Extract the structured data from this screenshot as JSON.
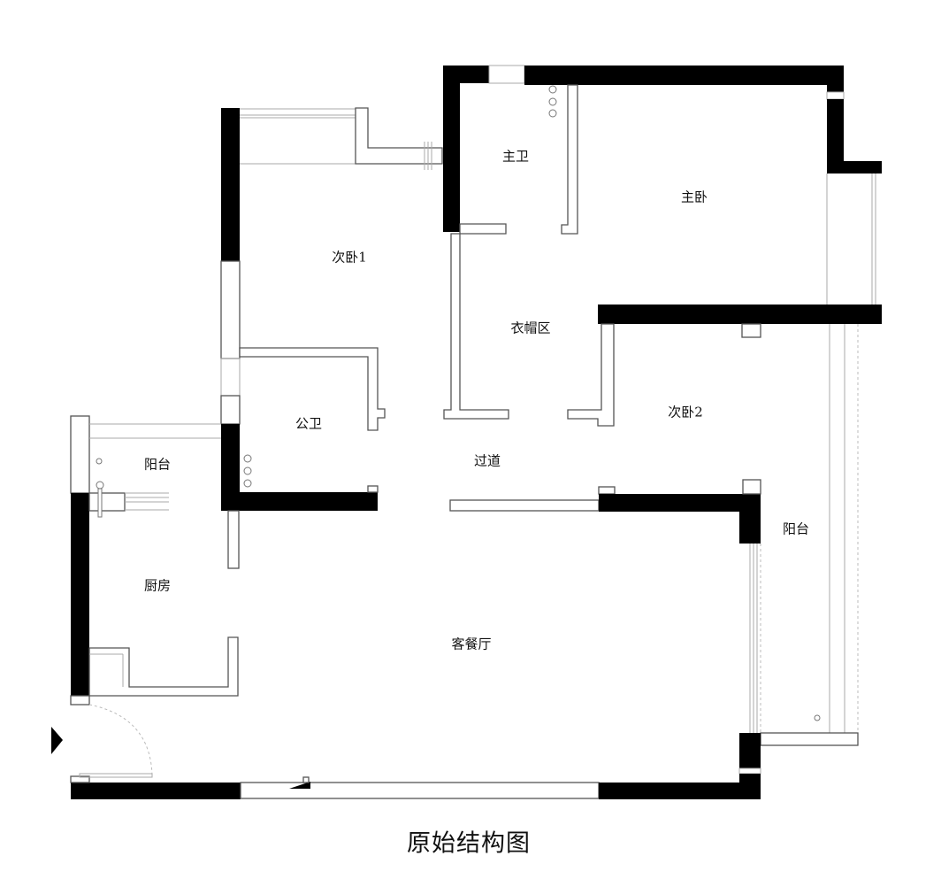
{
  "title": "原始结构图",
  "rooms": {
    "master_bath": "主卫",
    "master_bedroom": "主卧",
    "second_bedroom_1": "次卧1",
    "cloakroom": "衣帽区",
    "public_bath": "公卫",
    "corridor": "过道",
    "second_bedroom_2": "次卧2",
    "balcony_left": "阳台",
    "balcony_right": "阳台",
    "kitchen": "厨房",
    "living_dining": "客餐厅"
  },
  "colors": {
    "wall": "#000000",
    "background": "#ffffff",
    "line": "#555555"
  }
}
